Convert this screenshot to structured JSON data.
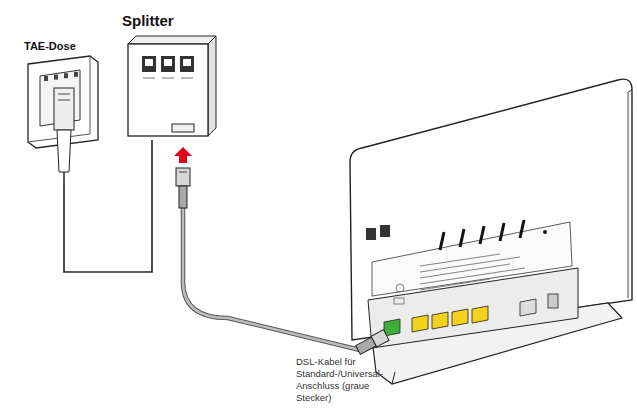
{
  "diagram": {
    "nodes": [
      {
        "text": [
          "TAE-Dose"
        ]
      },
      {
        "text": [
          "Splitter"
        ]
      }
    ],
    "edges": [
      {
        "from": 0,
        "to": 1,
        "arrow": "none"
      }
    ],
    "labels": [
      "DSL-Kabel für Standard-/Universal-Anschluss (graue Stecker)"
    ]
  }
}
